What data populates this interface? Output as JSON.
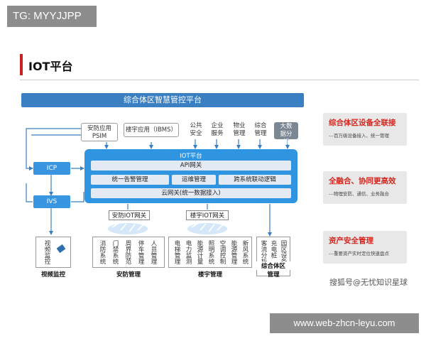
{
  "tag": "TG: MYYJJPP",
  "section_title": "IOT平台",
  "top_platform": "综合体区智慧管控平台",
  "apps": {
    "psim_line1": "安防应用",
    "psim_line2": "PSIM",
    "ibms": "楼宇应用（IBMS）",
    "public_security": "公共安全",
    "enterprise_service": "企业服务",
    "property_management": "物业管理",
    "comprehensive_management": "综合管理",
    "bigdata_analysis": "大数据分析"
  },
  "iot": {
    "title": "IOT平台",
    "api_gateway": "API网关",
    "unified_alarm": "统一告警管理",
    "ops_management": "运维管理",
    "cross_system": "跨系统联动逻辑",
    "cloud_gateway": "云网关(统一数据接入)"
  },
  "side": {
    "icp": "ICP",
    "ivs": "IVS"
  },
  "gateways": {
    "security": "安防IOT网关",
    "building": "楼宇IOT网关"
  },
  "devices": {
    "video": [
      "视频监控"
    ],
    "video_label": "视频监控",
    "security": [
      "消防系统",
      "门禁系统",
      "周界防范",
      "停车管理",
      "人员管理"
    ],
    "security_label": "安防管理",
    "building": [
      "电梯管理",
      "电力监测",
      "能源计量",
      "照明系统",
      "空调控制",
      "能源管理",
      "新风系统"
    ],
    "building_label": "楼宇管理",
    "complex": [
      "客流分析",
      "充电桩",
      "园区设备"
    ],
    "complex_label_line1": "综合体区",
    "complex_label_line2": "管理"
  },
  "right_cards": [
    {
      "title": "综合体区设备全联接",
      "sub": "---百万级设备接入、统一管理"
    },
    {
      "title": "全融合、协同更高效",
      "sub": "---物理安防、通信、业务融合"
    },
    {
      "title": "资产安全管理",
      "sub": "---重要资产实时定位快速盘点"
    }
  ],
  "watermark": "搜狐号@无忧知识星球",
  "url": "www.web-zhcn-leyu.com",
  "colors": {
    "accent_red": "#c8231e",
    "platform_blue": "#3a7fc2",
    "iot_blue": "#2f95e0",
    "card_title_red": "#d6251d"
  }
}
